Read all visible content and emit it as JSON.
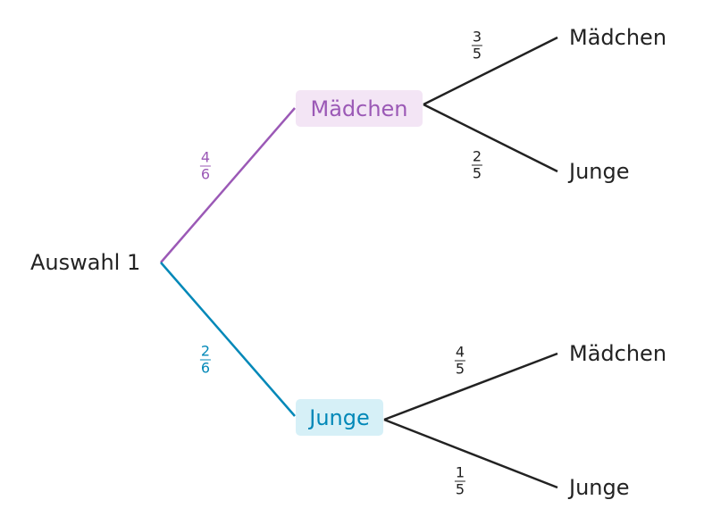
{
  "root": {
    "label": "Auswahl 1"
  },
  "level1": [
    {
      "label": "Mädchen",
      "prob": {
        "num": "4",
        "den": "6"
      },
      "color": "#9b59b6",
      "fill": "#f3e5f5"
    },
    {
      "label": "Junge",
      "prob": {
        "num": "2",
        "den": "6"
      },
      "color": "#0288b8",
      "fill": "#d6f0f7"
    }
  ],
  "level2": [
    {
      "parent": 0,
      "label": "Mädchen",
      "prob": {
        "num": "3",
        "den": "5"
      }
    },
    {
      "parent": 0,
      "label": "Junge",
      "prob": {
        "num": "2",
        "den": "5"
      }
    },
    {
      "parent": 1,
      "label": "Mädchen",
      "prob": {
        "num": "4",
        "den": "5"
      }
    },
    {
      "parent": 1,
      "label": "Junge",
      "prob": {
        "num": "1",
        "den": "5"
      }
    }
  ],
  "colors": {
    "text": "#222222",
    "edge": "#222222"
  }
}
